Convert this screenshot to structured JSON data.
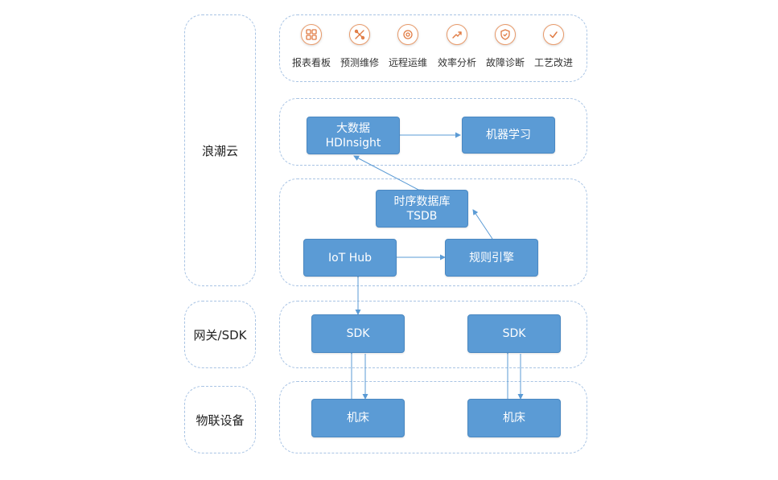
{
  "layers": {
    "cloud": "浪潮云",
    "gateway": "网关/SDK",
    "devices": "物联设备"
  },
  "apps": [
    {
      "label": "报表看板",
      "icon": "dashboard-grid-icon"
    },
    {
      "label": "预测维修",
      "icon": "tools-icon"
    },
    {
      "label": "远程运维",
      "icon": "target-icon"
    },
    {
      "label": "效率分析",
      "icon": "trend-chart-icon"
    },
    {
      "label": "故障诊断",
      "icon": "shield-check-icon"
    },
    {
      "label": "工艺改进",
      "icon": "check-icon"
    }
  ],
  "nodes": {
    "hdinsight": {
      "line1": "大数据",
      "line2": "HDInsight"
    },
    "ml": "机器学习",
    "tsdb": {
      "line1": "时序数据库",
      "line2": "TSDB"
    },
    "iothub": "IoT Hub",
    "rules": "规则引擎",
    "sdk_left": "SDK",
    "sdk_right": "SDK",
    "machine_left": "机床",
    "machine_right": "机床"
  },
  "colors": {
    "node_fill": "#5b9bd5",
    "border_dashed": "#a9c4e4",
    "icon_accent": "#e89a6a",
    "arrow": "#5b9bd5"
  }
}
